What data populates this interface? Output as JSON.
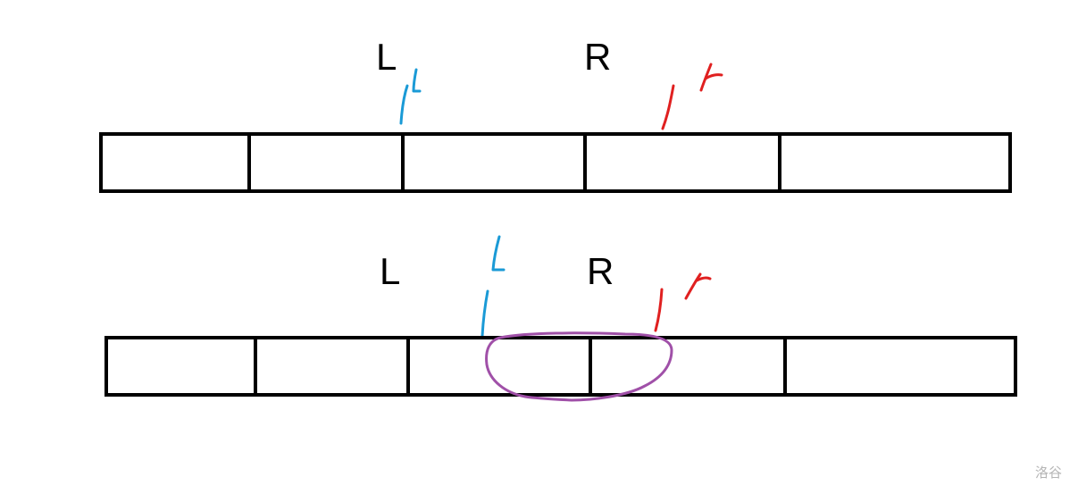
{
  "colors": {
    "box": "#000000",
    "L_marker": "#1a9ad6",
    "R_marker": "#e02020",
    "highlight": "#a050a8",
    "watermark": "#b5b5b5"
  },
  "diagrams": [
    {
      "name": "top",
      "label_L": "L",
      "label_R": "R",
      "cells": 5
    },
    {
      "name": "bottom",
      "label_L": "L",
      "label_R": "R",
      "cells": 5,
      "highlight": "overlap-between-l-and-r"
    }
  ],
  "watermark": "洛谷"
}
